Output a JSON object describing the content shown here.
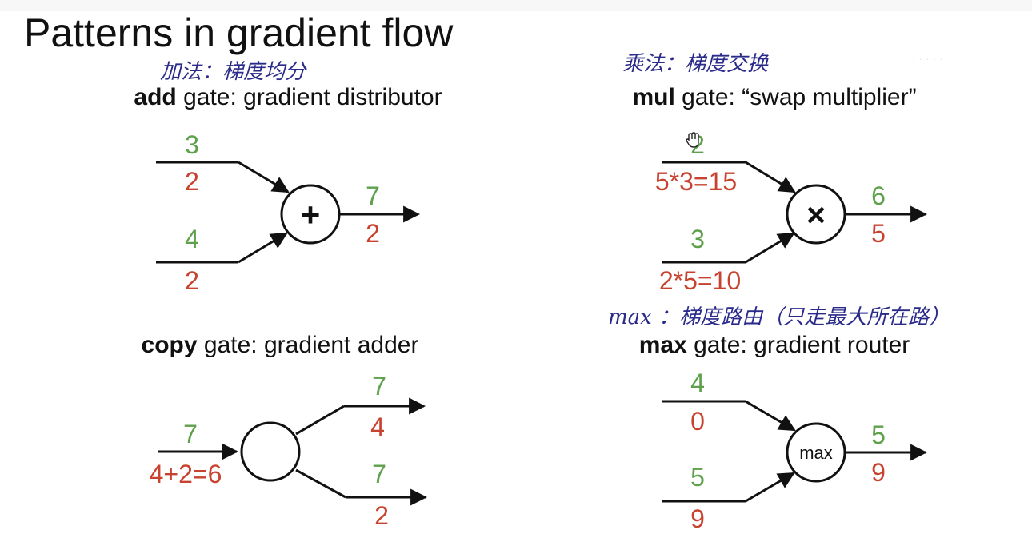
{
  "slide": {
    "title": "Patterns in gradient flow",
    "watermark": "· · · · ·"
  },
  "add_gate": {
    "label_bold": "add",
    "label_rest": " gate: gradient distributor",
    "note": "加法：梯度均分",
    "operator": "+",
    "in1_fwd": "3",
    "in1_grad": "2",
    "in2_fwd": "4",
    "in2_grad": "2",
    "out_fwd": "7",
    "out_grad": "2"
  },
  "mul_gate": {
    "label_bold": "mul",
    "label_rest": " gate: “swap multiplier”",
    "note": "乘法：梯度交换",
    "operator": "×",
    "in1_fwd": "2",
    "in1_grad": "5*3=15",
    "in2_fwd": "3",
    "in2_grad": "2*5=10",
    "out_fwd": "6",
    "out_grad": "5"
  },
  "copy_gate": {
    "label_bold": "copy",
    "label_rest": " gate: gradient adder",
    "in_fwd": "7",
    "in_grad": "4+2=6",
    "out1_fwd": "7",
    "out1_grad": "4",
    "out2_fwd": "7",
    "out2_grad": "2"
  },
  "max_gate": {
    "label_bold": "max",
    "label_rest": " gate: gradient router",
    "note": "max ：梯度路由（只走最大所在路）",
    "operator": "max",
    "in1_fwd": "4",
    "in1_grad": "0",
    "in2_fwd": "5",
    "in2_grad": "9",
    "out_fwd": "5",
    "out_grad": "9"
  },
  "colors": {
    "forward_value": "#5ea04b",
    "gradient_value": "#c8432f",
    "handwriting": "#2a2a8a",
    "ink": "#111111"
  },
  "icons": [
    "hand-cursor-icon",
    "arrow-head-icon"
  ]
}
